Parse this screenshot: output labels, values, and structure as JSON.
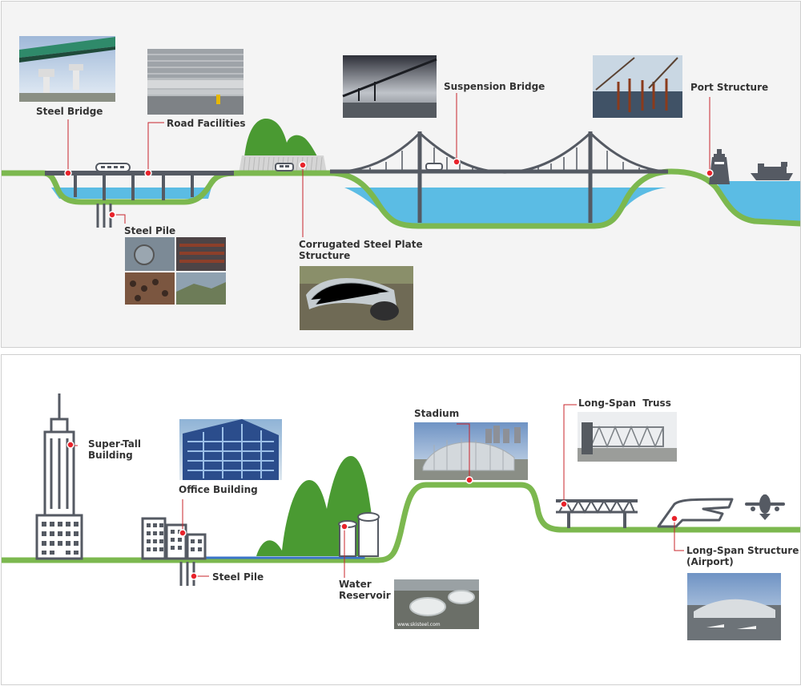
{
  "colors": {
    "ground": "#7cb84f",
    "water": "#5bbce4",
    "steel": "#555a63",
    "marker": "#e8232b",
    "leader": "#c8242b",
    "mountain": "#4a9a32",
    "panel_bg": "#f4f4f4",
    "border": "#cfcfcf",
    "text": "#333333"
  },
  "top_panel": {
    "labels": {
      "steel_bridge": "Steel Bridge",
      "road_facilities": "Road Facilities",
      "steel_pile": "Steel Pile",
      "corrugated_line1": "Corrugated Steel Plate",
      "corrugated_line2": "Structure",
      "suspension_bridge": "Suspension Bridge",
      "port_structure": "Port Structure"
    }
  },
  "bottom_panel": {
    "labels": {
      "super_tall_line1": "Super-Tall",
      "super_tall_line2": "Building",
      "office_building": "Office Building",
      "steel_pile": "Steel Pile",
      "water_line1": "Water",
      "water_line2": "Reservoir",
      "stadium": "Stadium",
      "long_span_truss": "Long-Span  Truss",
      "long_span_line1": "Long-Span Structure",
      "long_span_line2": "(Airport)"
    },
    "photo_caption": "www.skisteel.com"
  },
  "icons": [
    "train-icon",
    "car-icon",
    "ship-icon",
    "lighthouse-icon",
    "airplane-icon",
    "skyscraper-icon",
    "office-building-icon",
    "reservoir-tank-icon",
    "truss-icon",
    "terminal-icon"
  ]
}
